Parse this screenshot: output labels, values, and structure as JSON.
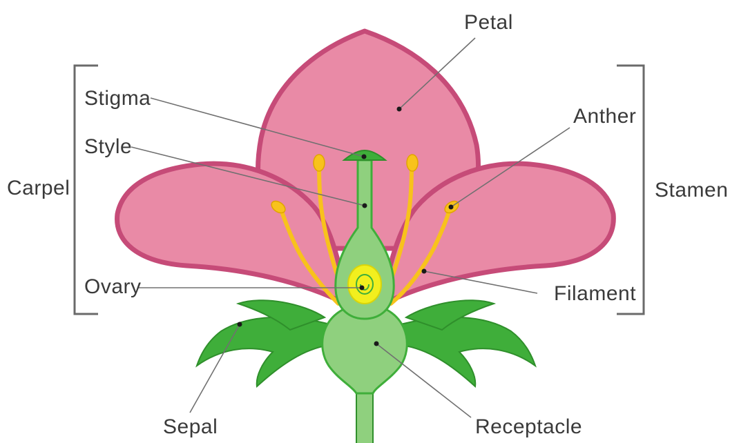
{
  "diagram": {
    "labels": {
      "petal": "Petal",
      "stigma": "Stigma",
      "style": "Style",
      "carpel": "Carpel",
      "ovary": "Ovary",
      "anther": "Anther",
      "stamen": "Stamen",
      "filament": "Filament",
      "sepal": "Sepal",
      "receptacle": "Receptacle"
    },
    "colors": {
      "petal_fill": "#e98aa6",
      "petal_outline": "#c64b78",
      "green_dark": "#3fae3a",
      "green_light": "#8fd07e",
      "green_outline": "#2f8f2b",
      "stamen_yellow": "#f8c21c",
      "ovary_yellow": "#f2ef1e",
      "leader_line": "#707070",
      "text": "#3a3a3a"
    }
  }
}
